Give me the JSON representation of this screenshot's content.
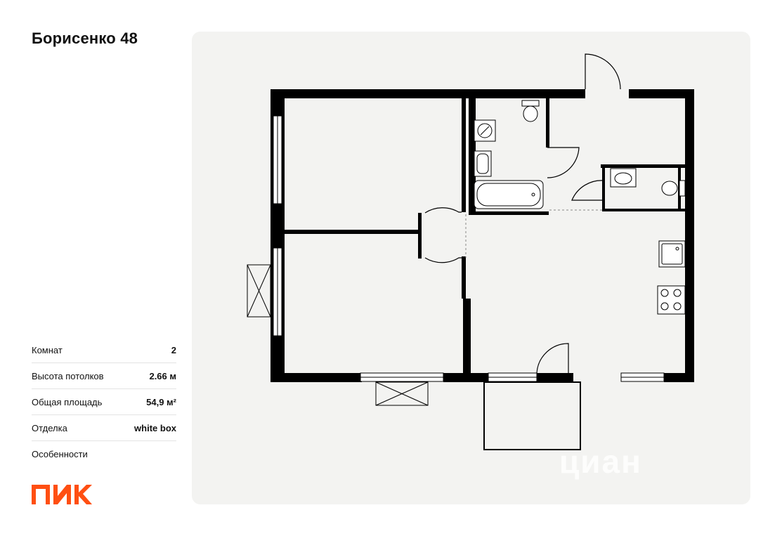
{
  "header": {
    "title": "Борисенко 48"
  },
  "specs": [
    {
      "label": "Комнат",
      "value": "2"
    },
    {
      "label": "Высота потолков",
      "value": "2.66 м"
    },
    {
      "label": "Общая площадь",
      "value": "54,9 м²"
    },
    {
      "label": "Отделка",
      "value": "white box"
    },
    {
      "label": "Особенности",
      "value": ""
    }
  ],
  "brand": {
    "logo_text": "ПИК",
    "logo_color": "#ff4f12"
  },
  "watermark": {
    "text": "циан"
  },
  "colors": {
    "panel_bg": "#f3f3f1",
    "wall": "#000000"
  }
}
